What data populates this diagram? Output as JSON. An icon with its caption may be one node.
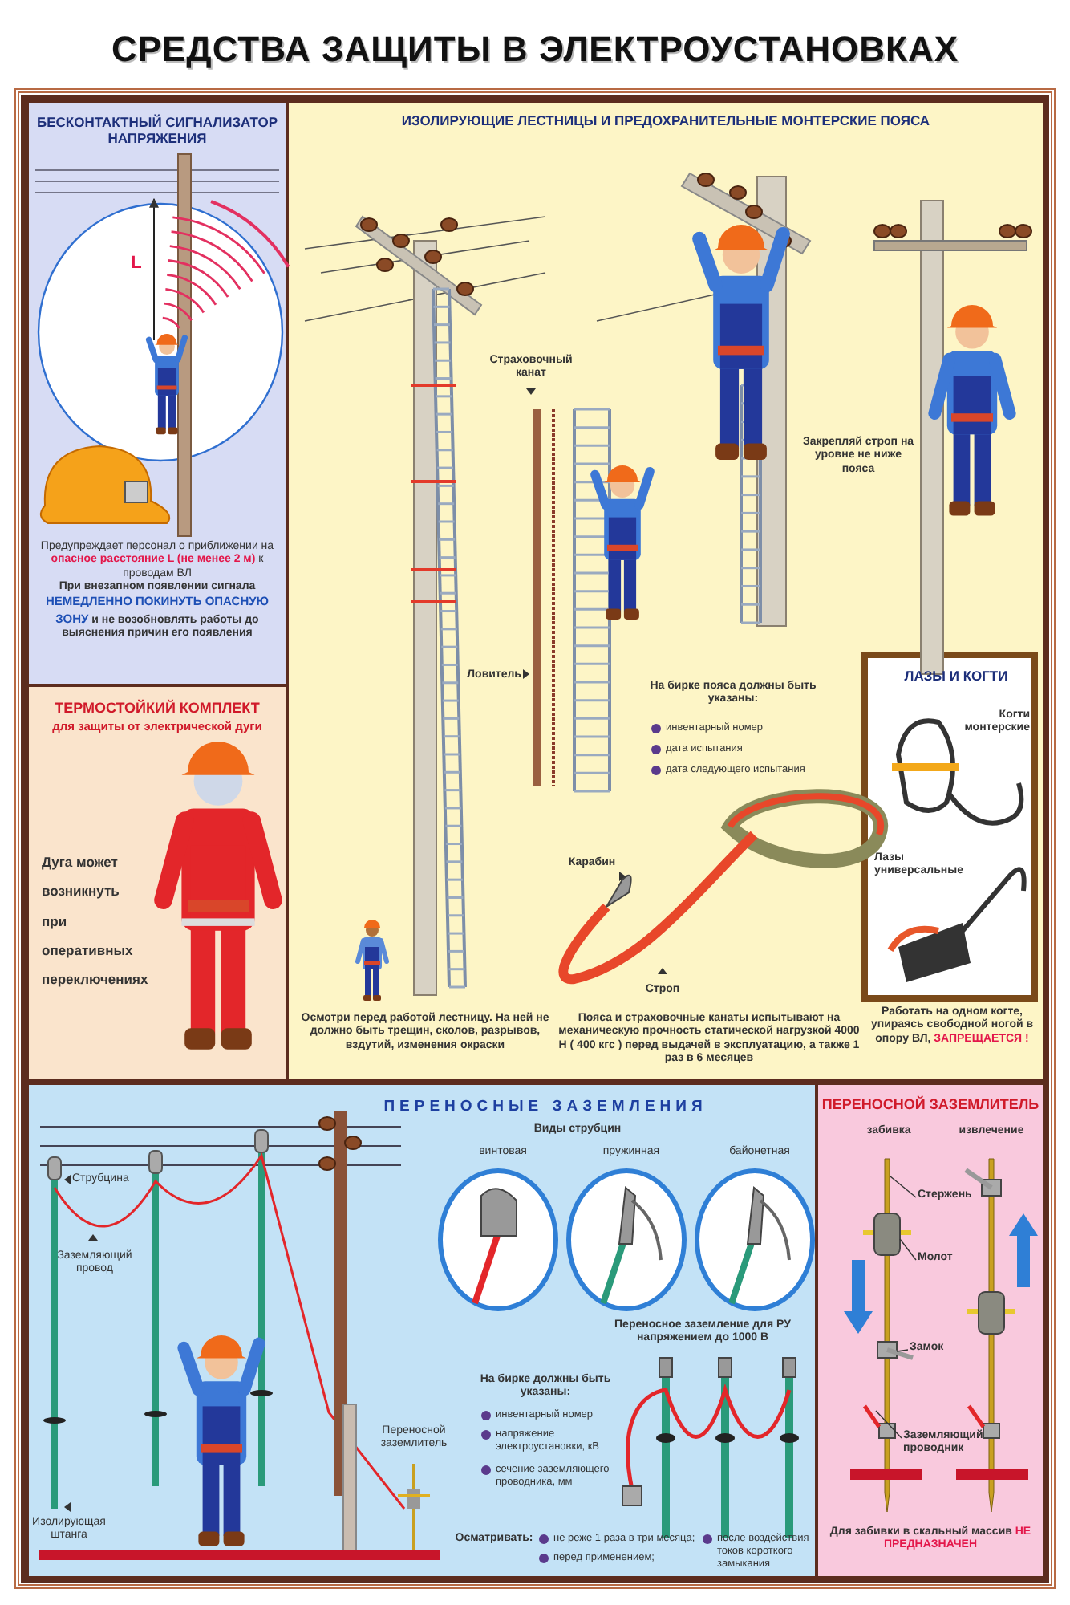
{
  "diagram": {
    "title": "СРЕДСТВА ЗАЩИТЫ В ЭЛЕКТРОУСТАНОВКАХ",
    "nodes": [
      {
        "text": [
          "БЕСКОНТАКТНЫЙ СИГНАЛИЗАТОР НАПРЯЖЕНИЯ",
          "Предупреждает персонал о приближении на **опасное расстояние L (не менее 2 м)** к проводам ВЛ",
          "При внезапном появлении сигнала **НЕМЕДЛЕННО ПОКИНУТЬ ОПАСНУЮ ЗОНУ** и не возобновлять работы до выяснения причин его появления"
        ]
      },
      {
        "text": [
          "ТЕРМОСТОЙКИЙ КОМПЛЕКТ",
          "для защиты от электрической дуги",
          "Дуга может возникнуть при оперативных переключениях"
        ]
      },
      {
        "text": [
          "ИЗОЛИРУЮЩИЕ ЛЕСТНИЦЫ И ПРЕДОХРАНИТЕЛЬНЫЕ МОНТЕРСКИЕ ПОЯСА"
        ]
      },
      {
        "text": [
          "ЛАЗЫ И КОГТИ",
          "Когти монтерские",
          "Лазы универсальные"
        ],
        "in": 2,
        "beside": [
          "Работать на одном когте, упираясь свободной ногой в опору ВЛ, **ЗАПРЕЩАЕТСЯ !**"
        ]
      },
      {
        "text": [
          "ПЕРЕНОСНЫЕ ЗАЗЕМЛЕНИЯ",
          "Виды струбцин"
        ]
      },
      {
        "text": [
          "винтовая"
        ],
        "in": 4
      },
      {
        "text": [
          "пружинная"
        ],
        "in": 4
      },
      {
        "text": [
          "байонетная"
        ],
        "in": 4
      },
      {
        "text": [
          "ПЕРЕНОСНОЙ ЗАЗЕМЛИТЕЛЬ",
          "забивка",
          "извлечение",
          "Для забивки в скальный массив **НЕ ПРЕДНАЗНАЧЕН**"
        ]
      },
      {
        "text": [
          "Стержень"
        ],
        "in": 8
      },
      {
        "text": [
          "Молот"
        ],
        "in": 8
      },
      {
        "text": [
          "Замок"
        ],
        "in": 8
      },
      {
        "text": [
          "Заземляющий проводник"
        ],
        "in": 8
      }
    ],
    "edges": [
      {
        "from": 9,
        "to": null,
        "arrow": "none"
      },
      {
        "from": 10,
        "to": null,
        "arrow": "none"
      },
      {
        "from": 11,
        "to": null,
        "arrow": "none"
      },
      {
        "from": 12,
        "to": null,
        "arrow": "none"
      }
    ],
    "labels": [
      "L",
      "Страховочный канат",
      "Закрепляй строп на уровне не ниже пояса",
      "Ловитель",
      "На бирке пояса должны быть указаны:",
      "инвентарный номер",
      "дата испытания",
      "дата следующего испытания",
      "Карабин",
      "Строп",
      "Осмотри перед работой лестницу. На ней не должно быть трещин, сколов, разрывов, вздутий, изменения окраски",
      "Пояса и страховочные канаты испытывают на механическую прочность статической нагрузкой 4000 Н ( 400 кгс ) перед выдачей в эксплуатацию, а также 1 раз в 6 месяцев",
      "Струбцина",
      "Заземляющий провод",
      "Переносное заземление для РУ напряжением до 1000 В",
      "Переносной заземлитель",
      "На бирке должны быть указаны:",
      "инвентарный номер",
      "напряжение электроустановки, кВ",
      "сечение заземляющего проводника, мм",
      "Изолирующая штанга",
      "Осматривать:",
      "не реже 1 раза в три месяца;",
      "перед применением;",
      "после воздействия токов короткого замыкания"
    ]
  }
}
